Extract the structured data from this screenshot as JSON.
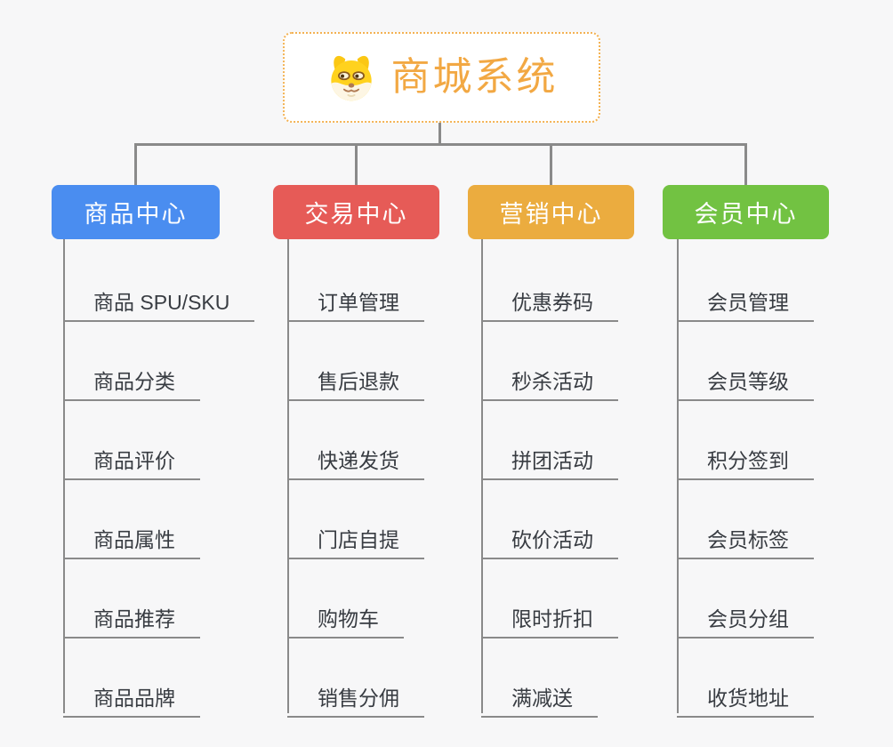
{
  "root": {
    "title": "商城系统",
    "icon": "dog-face-icon",
    "title_color": "#f2a843",
    "border_color": "#f3b253",
    "background": "#ffffff"
  },
  "canvas": {
    "background": "#f7f7f8",
    "connector_color": "#8a8a8a",
    "child_text_color": "#383c42"
  },
  "branches": [
    {
      "label": "商品中心",
      "color": "#4a8df0",
      "children": [
        "商品 SPU/SKU",
        "商品分类",
        "商品评价",
        "商品属性",
        "商品推荐",
        "商品品牌"
      ]
    },
    {
      "label": "交易中心",
      "color": "#e65b57",
      "children": [
        "订单管理",
        "售后退款",
        "快递发货",
        "门店自提",
        "购物车",
        "销售分佣"
      ]
    },
    {
      "label": "营销中心",
      "color": "#ebac3f",
      "children": [
        "优惠券码",
        "秒杀活动",
        "拼团活动",
        "砍价活动",
        "限时折扣",
        "满减送"
      ]
    },
    {
      "label": "会员中心",
      "color": "#72c242",
      "children": [
        "会员管理",
        "会员等级",
        "积分签到",
        "会员标签",
        "会员分组",
        "收货地址"
      ]
    }
  ]
}
